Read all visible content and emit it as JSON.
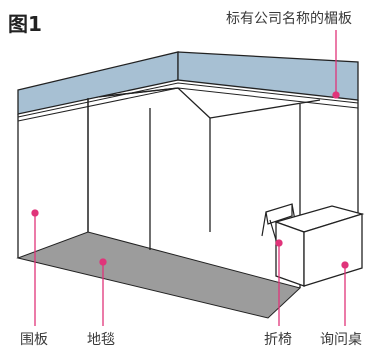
{
  "figure": {
    "title": "图1",
    "labels": {
      "fascia": "标有公司名称的楣板",
      "panel": "围板",
      "carpet": "地毯",
      "chair": "折椅",
      "desk": "询问桌"
    }
  },
  "colors": {
    "fascia_fill": "#a7c0d3",
    "carpet_fill": "#9c9c9c",
    "leader_line": "#e0347a",
    "outline": "#222222",
    "label_text": "#3a3a3a"
  }
}
